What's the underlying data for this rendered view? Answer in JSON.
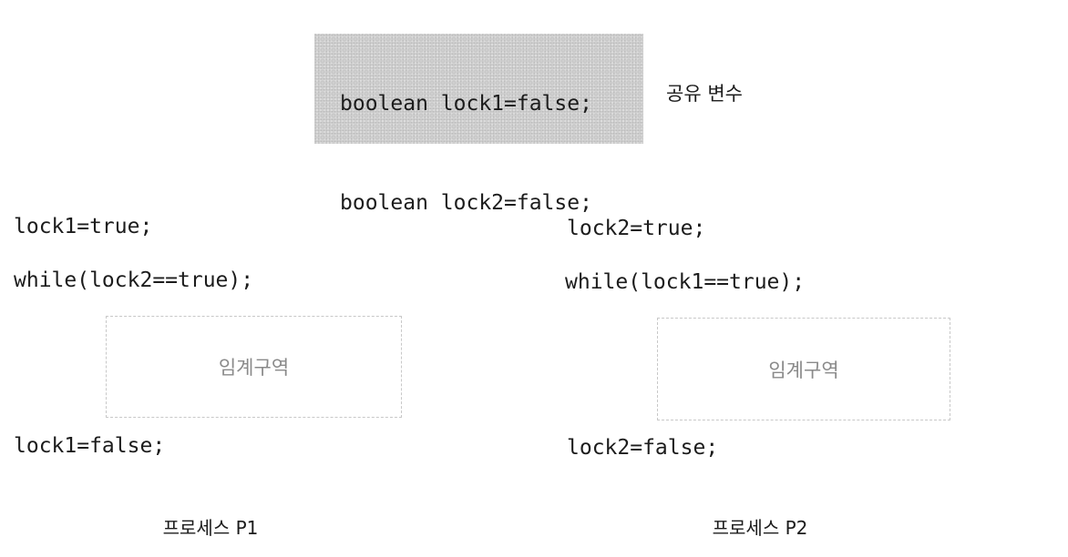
{
  "shared": {
    "lines": [
      "boolean lock1=false;",
      "boolean lock2=false;"
    ],
    "label": "공유 변수"
  },
  "process1": {
    "enter_lock": "lock1=true;",
    "wait_loop": "while(lock2==true);",
    "critical_section": "임계구역",
    "exit_lock": "lock1=false;",
    "label": "프로세스 P1"
  },
  "process2": {
    "enter_lock": "lock2=true;",
    "wait_loop": "while(lock1==true);",
    "critical_section": "임계구역",
    "exit_lock": "lock2=false;",
    "label": "프로세스 P2"
  }
}
